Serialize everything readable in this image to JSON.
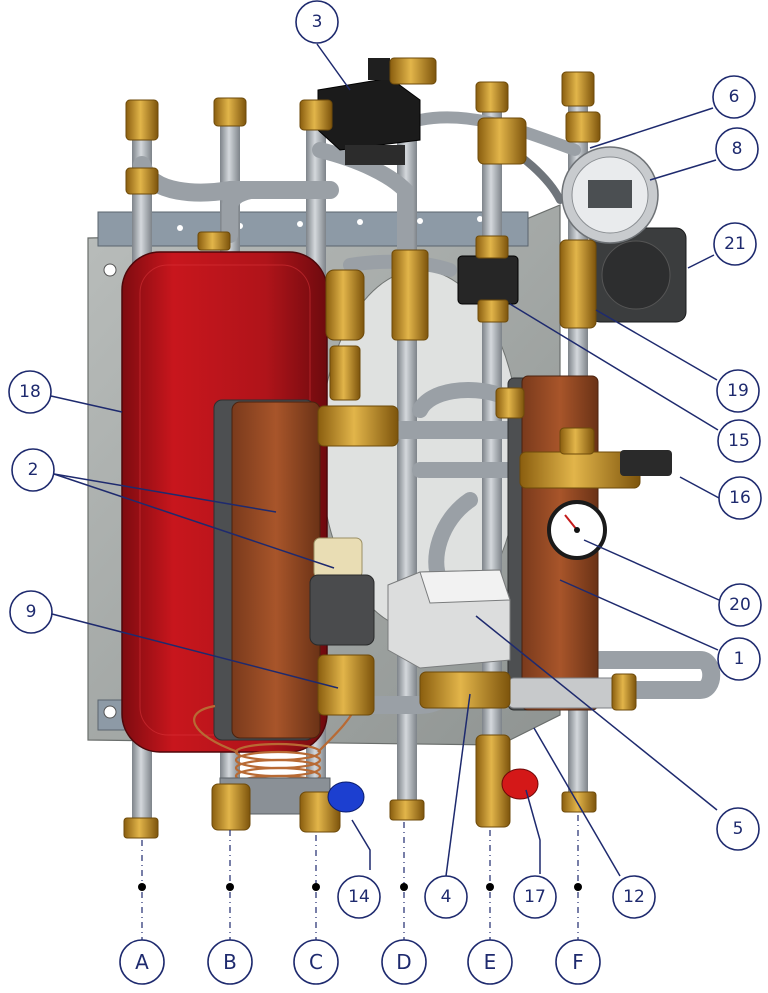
{
  "callouts": [
    {
      "id": "3",
      "label": "3"
    },
    {
      "id": "6",
      "label": "6"
    },
    {
      "id": "8",
      "label": "8"
    },
    {
      "id": "21",
      "label": "21"
    },
    {
      "id": "18",
      "label": "18"
    },
    {
      "id": "2",
      "label": "2"
    },
    {
      "id": "19",
      "label": "19"
    },
    {
      "id": "15",
      "label": "15"
    },
    {
      "id": "16",
      "label": "16"
    },
    {
      "id": "9",
      "label": "9"
    },
    {
      "id": "20",
      "label": "20"
    },
    {
      "id": "1",
      "label": "1"
    },
    {
      "id": "5",
      "label": "5"
    },
    {
      "id": "14",
      "label": "14"
    },
    {
      "id": "4",
      "label": "4"
    },
    {
      "id": "17",
      "label": "17"
    },
    {
      "id": "12",
      "label": "12"
    }
  ],
  "ports": [
    {
      "id": "A",
      "label": "A"
    },
    {
      "id": "B",
      "label": "B"
    },
    {
      "id": "C",
      "label": "C"
    },
    {
      "id": "D",
      "label": "D"
    },
    {
      "id": "E",
      "label": "E"
    },
    {
      "id": "F",
      "label": "F"
    }
  ],
  "colors": {
    "expansion_vessel": "#c0141b",
    "heat_exchanger": "#a24a22",
    "brass": "#c9951c",
    "pipe": "#9aa0a6",
    "back_plate": "#a9adab",
    "label_ink": "#1e2a6e",
    "blue_cap": "#1c3fd0",
    "red_cap": "#d41818"
  }
}
